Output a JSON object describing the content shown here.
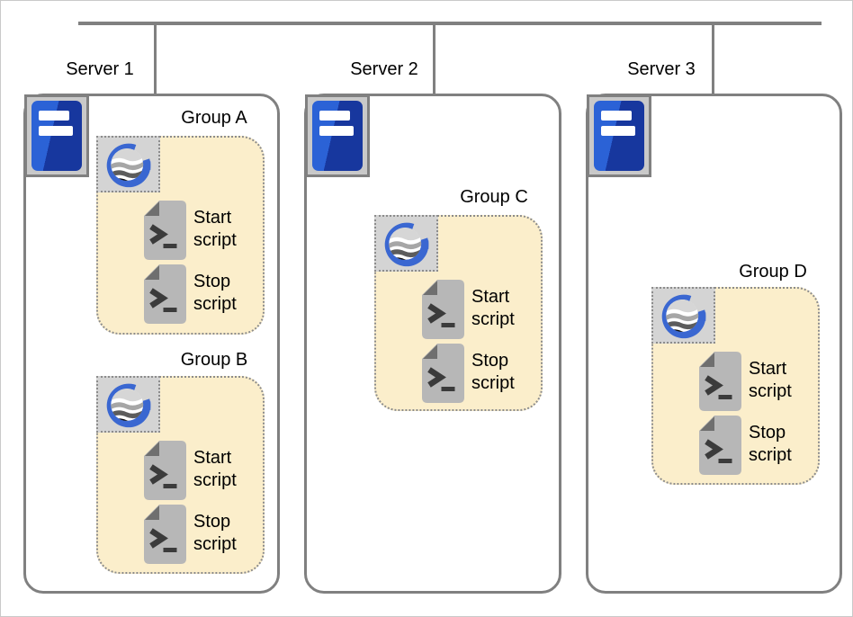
{
  "colors": {
    "accent_blue": "#3A67D1",
    "server_blue_light": "#2B62D6",
    "server_blue_dark": "#17379E",
    "group_fill": "#FBEECB",
    "line_gray": "#808080",
    "icon_gray": "#B7B7B7"
  },
  "network": {
    "trunk": "trunk-line",
    "drops": [
      "drop-line-server-1",
      "drop-line-server-2",
      "drop-line-server-3"
    ]
  },
  "servers": [
    {
      "label": "Server 1",
      "icon": "server-icon",
      "groups": [
        {
          "label": "Group A",
          "icon": "cluster-logo-icon",
          "scripts": [
            {
              "label": "Start script",
              "icon": "script-file-icon"
            },
            {
              "label": "Stop script",
              "icon": "script-file-icon"
            }
          ]
        },
        {
          "label": "Group B",
          "icon": "cluster-logo-icon",
          "scripts": [
            {
              "label": "Start script",
              "icon": "script-file-icon"
            },
            {
              "label": "Stop script",
              "icon": "script-file-icon"
            }
          ]
        }
      ]
    },
    {
      "label": "Server 2",
      "icon": "server-icon",
      "groups": [
        {
          "label": "Group C",
          "icon": "cluster-logo-icon",
          "scripts": [
            {
              "label": "Start script",
              "icon": "script-file-icon"
            },
            {
              "label": "Stop script",
              "icon": "script-file-icon"
            }
          ]
        }
      ]
    },
    {
      "label": "Server 3",
      "icon": "server-icon",
      "groups": [
        {
          "label": "Group D",
          "icon": "cluster-logo-icon",
          "scripts": [
            {
              "label": "Start script",
              "icon": "script-file-icon"
            },
            {
              "label": "Stop script",
              "icon": "script-file-icon"
            }
          ]
        }
      ]
    }
  ]
}
